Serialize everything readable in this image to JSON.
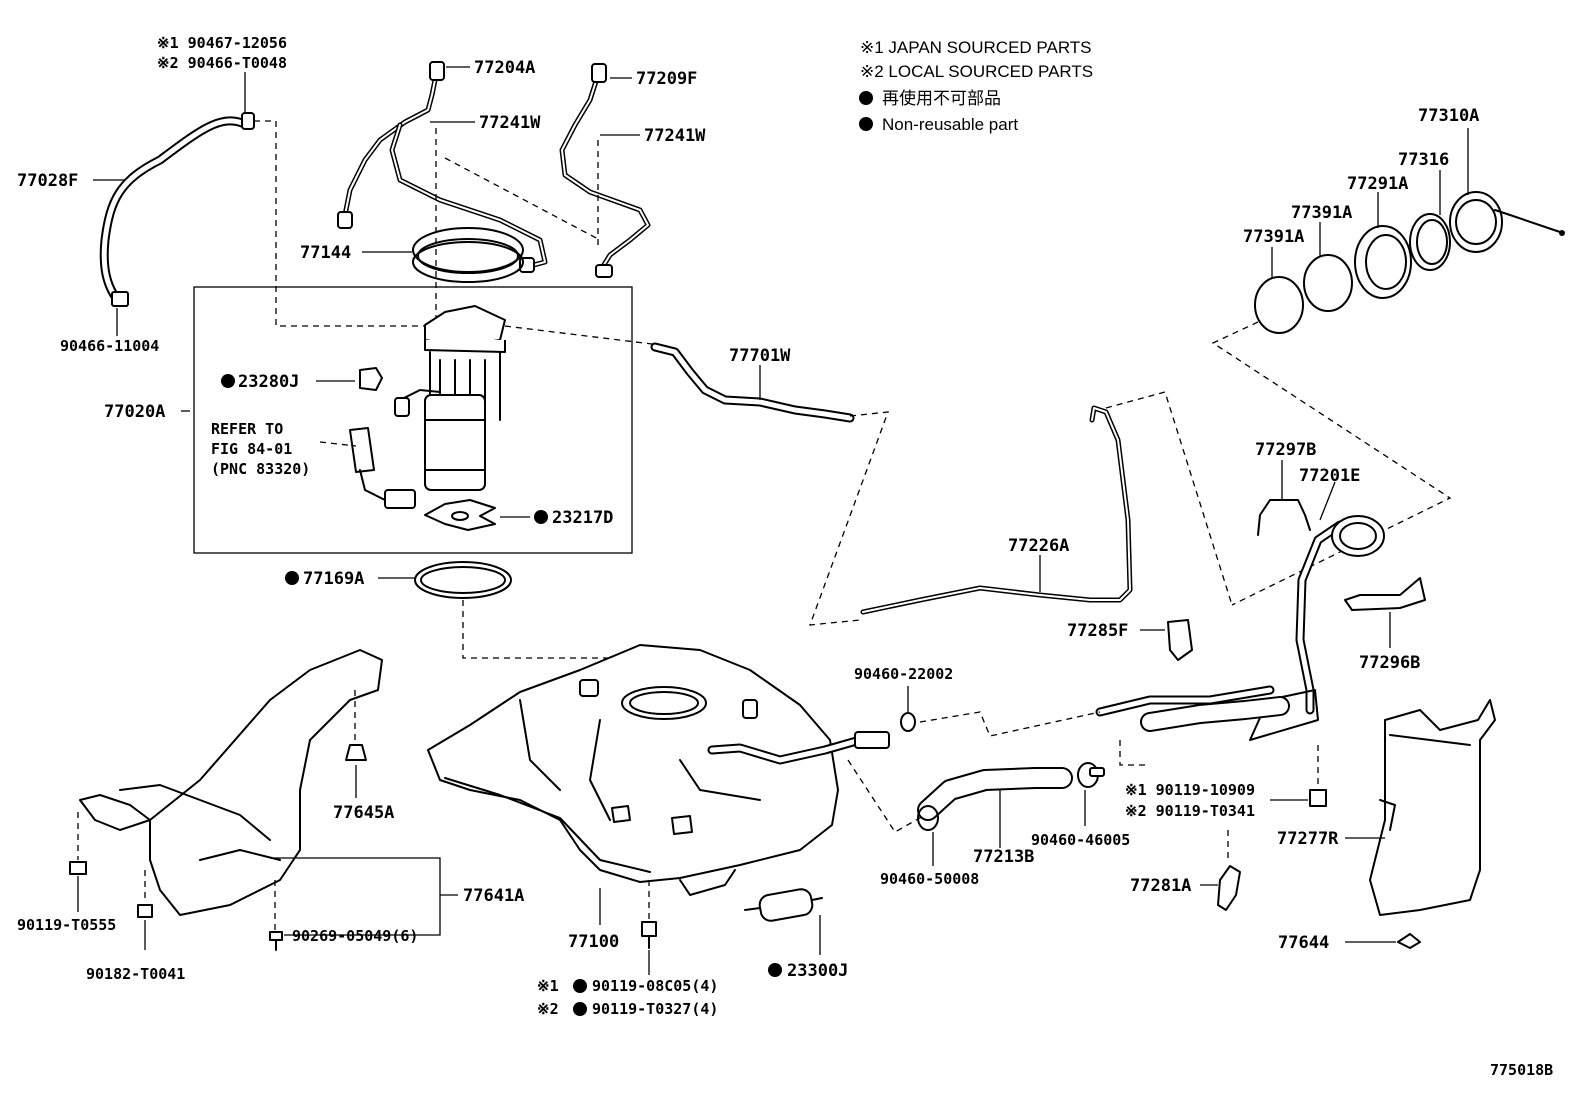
{
  "legend": {
    "japan_sourced": "※1 JAPAN SOURCED PARTS",
    "local_sourced": "※2 LOCAL SOURCED PARTS",
    "non_reusable_jp": "再使用不可部品",
    "non_reusable_en": "Non-reusable part"
  },
  "figure_number": "775018B",
  "reference_note": {
    "line1": "REFER TO",
    "line2": "FIG 84-01",
    "line3": "(PNC 83320)"
  },
  "labels": {
    "p90467_12056": "※1 90467-12056",
    "p90466_t0048": "※2 90466-T0048",
    "p77204a": "77204A",
    "p77209f": "77209F",
    "p77241w_1": "77241W",
    "p77241w_2": "77241W",
    "p77028f": "77028F",
    "p77144": "77144",
    "p90466_11004": "90466-11004",
    "p23280j": "23280J",
    "p77020a": "77020A",
    "p23217d": "23217D",
    "p77169a": "77169A",
    "p77701w": "77701W",
    "p77310a": "77310A",
    "p77316": "77316",
    "p77291a": "77291A",
    "p77391a_1": "77391A",
    "p77391a_2": "77391A",
    "p77297b": "77297B",
    "p77201e": "77201E",
    "p77226a": "77226A",
    "p77285f": "77285F",
    "p77296b": "77296B",
    "p90460_22002": "90460-22002",
    "p77645a": "77645A",
    "p90119_10909": "※1 90119-10909",
    "p90119_t0341": "※2 90119-T0341",
    "p77277r": "77277R",
    "p90460_46005": "90460-46005",
    "p77213b": "77213B",
    "p90460_50008": "90460-50008",
    "p77281a": "77281A",
    "p77641a": "77641A",
    "p90119_t0555": "90119-T0555",
    "p90269_05049": "90269-05049(6)",
    "p90182_t0041": "90182-T0041",
    "p77100": "77100",
    "p90119_08c05": "90119-08C05(4)",
    "p90119_t0327": "90119-T0327(4)",
    "p23300j": "23300J",
    "p77644": "77644"
  },
  "marks": {
    "star1": "※1",
    "star2": "※2"
  }
}
